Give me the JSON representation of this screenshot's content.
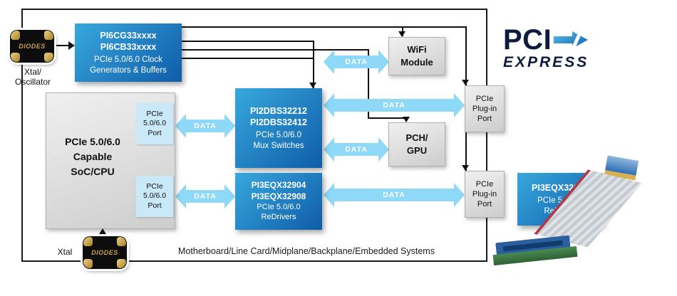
{
  "colors": {
    "blue_a": "#38a8dd",
    "blue_b": "#0f5ca8",
    "arrow_blue": "#8ed8f8",
    "port_blue": "#c9e9f8",
    "gray_a": "#f0f0f0",
    "gray_b": "#cdcdcd",
    "line": "#111111",
    "navy": "#0c1c3c",
    "gold": "#c9a24d"
  },
  "logo": {
    "pci": "PCI",
    "express": "EXPRESS"
  },
  "brand": "DIODES",
  "labels": {
    "xtal_oscillator": "Xtal/\nOscillator",
    "xtal": "Xtal"
  },
  "blocks": {
    "clock": {
      "part1": "PI6CG33xxxx",
      "part2": "PI6CB33xxxx",
      "desc": "PCIe 5.0/6.0 Clock\nGenerators & Buffers"
    },
    "soc": {
      "title": "PCIe 5.0/6.0\nCapable\nSoC/CPU",
      "port": "PCIe\n5.0/6.0\nPort"
    },
    "mux": {
      "part1": "PI2DBS32212",
      "part2": "PI2DBS32412",
      "desc": "PCIe 5.0/6.0\nMux Switches"
    },
    "redrivers": {
      "part1": "PI3EQX32904",
      "part2": "PI3EQX32908",
      "desc": "PCIe 5.0/6.0\nReDrivers"
    },
    "wifi": "WiFi\nModule",
    "pch": "PCH/\nGPU",
    "plugin_top": "PCIe\nPlug-in\nPort",
    "plugin_bottom": "PCIe\nPlug-in\nPort",
    "ext_redriver": {
      "part": "PI3EQX32908",
      "desc": "PCIe 5.0/6.0\nReDriver"
    }
  },
  "arrows": {
    "data_label": "DATA"
  },
  "frame": {
    "caption": "Motherboard/Line Card/Midplane/Backplane/Embedded Systems"
  }
}
